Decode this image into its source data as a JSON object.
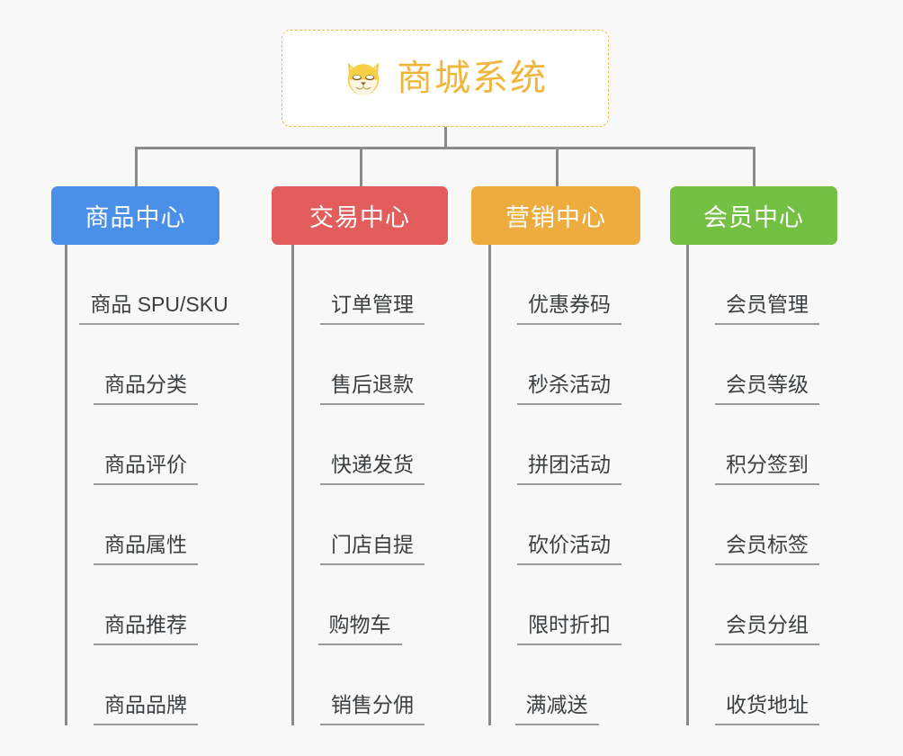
{
  "page": {
    "background_color": "#f8f8f8",
    "line_color": "#8a8a8a",
    "underline_color": "#9a9a9a",
    "leaf_text_color": "#3c3f41"
  },
  "root": {
    "title": "商城系统",
    "icon": "shiba-dog-face-icon",
    "text_color": "#f2b53c",
    "border_color": "#f0b952",
    "fill_color": "#ffffff"
  },
  "categories": [
    {
      "label": "商品中心",
      "color": "#4a90e8",
      "items": [
        "商品 SPU/SKU",
        "商品分类",
        "商品评价",
        "商品属性",
        "商品推荐",
        "商品品牌"
      ]
    },
    {
      "label": "交易中心",
      "color": "#e35d5d",
      "items": [
        "订单管理",
        "售后退款",
        "快递发货",
        "门店自提",
        "购物车",
        "销售分佣"
      ]
    },
    {
      "label": "营销中心",
      "color": "#eeab3e",
      "items": [
        "优惠券码",
        "秒杀活动",
        "拼团活动",
        "砍价活动",
        "限时折扣",
        "满减送"
      ]
    },
    {
      "label": "会员中心",
      "color": "#74c council",
      "items": [
        "会员管理",
        "会员等级",
        "积分签到",
        "会员标签",
        "会员分组",
        "收货地址"
      ]
    }
  ]
}
